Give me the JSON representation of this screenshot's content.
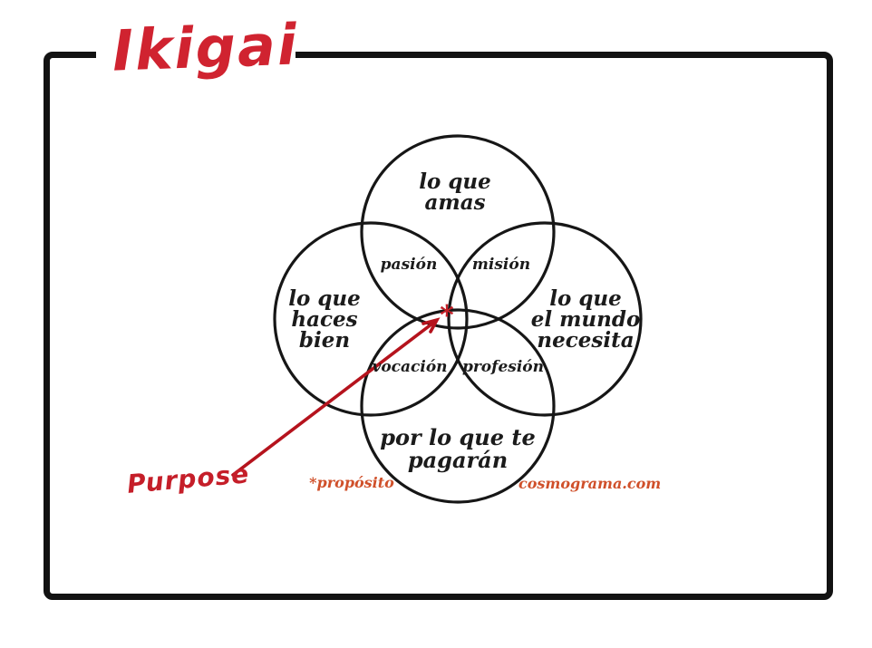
{
  "title": "Ikigai",
  "annotation": {
    "label": "Purpose"
  },
  "diagram": {
    "center_symbol": "*",
    "circles": [
      {
        "id": "what-you-love",
        "label_lines": [
          "lo que",
          "amas"
        ]
      },
      {
        "id": "what-you-do-well",
        "label_lines": [
          "lo que",
          "haces",
          "bien"
        ]
      },
      {
        "id": "what-the-world-needs",
        "label_lines": [
          "lo que",
          "el mundo",
          "necesita"
        ]
      },
      {
        "id": "what-you-are-paid-for",
        "label_lines": [
          "por lo que te",
          "pagarán"
        ]
      }
    ],
    "intersections": [
      {
        "id": "pasion",
        "label": "pasión"
      },
      {
        "id": "mision",
        "label": "misión"
      },
      {
        "id": "vocacion",
        "label": "vocación"
      },
      {
        "id": "profesion",
        "label": "profesión"
      }
    ],
    "footnote": "*propósito",
    "credit": "cosmograma.com"
  },
  "colors": {
    "ink": "#161616",
    "handwriting_red": "#d02330",
    "arrow_red": "#b5131d",
    "accent_orange": "#d0502a"
  }
}
